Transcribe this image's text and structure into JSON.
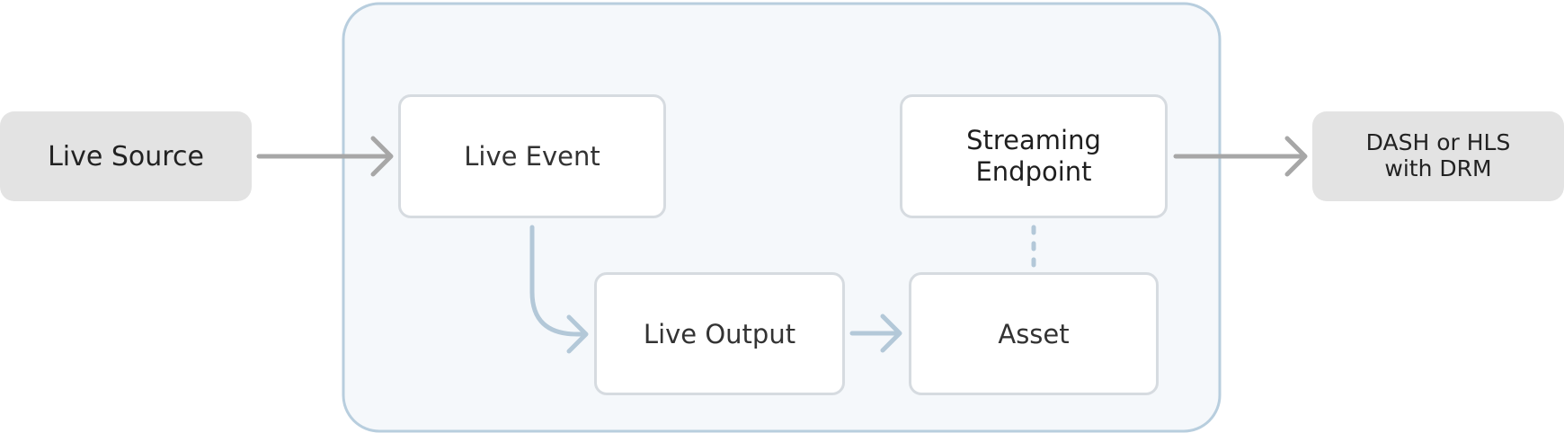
{
  "diagram": {
    "nodes": {
      "live_source": "Live Source",
      "live_event": "Live Event",
      "streaming_endpoint": "Streaming\nEndpoint",
      "live_output": "Live Output",
      "asset": "Asset",
      "dash_hls": "DASH or HLS\nwith DRM"
    },
    "colors": {
      "external_fill": "#e3e3e3",
      "container_fill": "#f5f8fb",
      "container_border": "#b8cede",
      "service_border": "#d6dbe0",
      "external_arrow": "#a7a7a7",
      "internal_arrow": "#b3c8d8"
    }
  }
}
